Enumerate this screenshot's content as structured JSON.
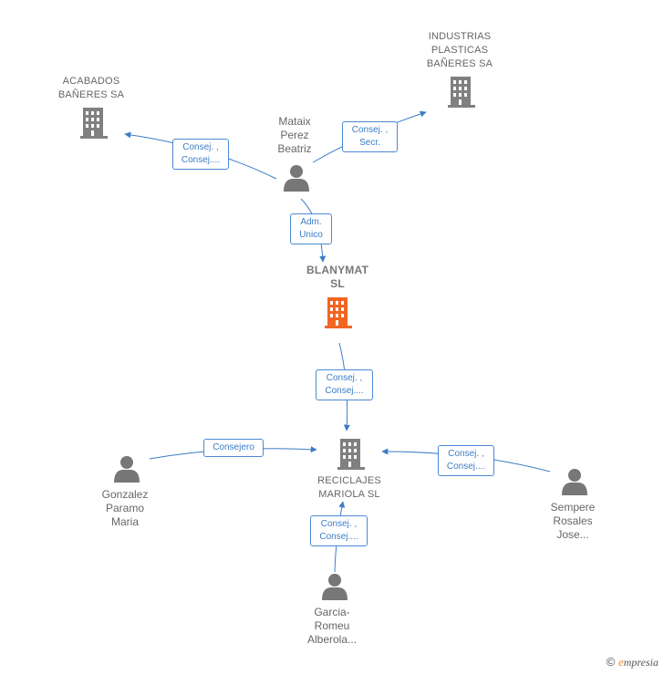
{
  "colors": {
    "edge": "#3b7cc7",
    "company_icon": "#808080",
    "main_company_icon": "#f26522",
    "person_icon": "#777777"
  },
  "nodes": {
    "blanymat": {
      "lines": [
        "BLANYMAT",
        "SL"
      ]
    },
    "acabados": {
      "lines": [
        "ACABADOS",
        "BAÑERES SA"
      ]
    },
    "industrias": {
      "lines": [
        "INDUSTRIAS",
        "PLASTICAS",
        "BAÑERES SA"
      ]
    },
    "reciclajes": {
      "lines": [
        "RECICLAJES",
        "MARIOLA SL"
      ]
    },
    "mataix": {
      "lines": [
        "Mataix",
        "Perez",
        "Beatriz"
      ]
    },
    "gonzalez": {
      "lines": [
        "Gonzalez",
        "Paramo",
        "Maria"
      ]
    },
    "sempere": {
      "lines": [
        "Sempere",
        "Rosales",
        "Jose..."
      ]
    },
    "garcia": {
      "lines": [
        "Garcia-",
        "Romeu",
        "Alberola..."
      ]
    }
  },
  "edges": {
    "mataix_acabados": {
      "lines": [
        "Consej. ,",
        "Consej...."
      ]
    },
    "mataix_industrias": {
      "lines": [
        "Consej. ,",
        "Secr."
      ]
    },
    "mataix_blanymat": {
      "lines": [
        "Adm.",
        "Unico"
      ]
    },
    "blanymat_reciclajes": {
      "lines": [
        "Consej. ,",
        "Consej...."
      ]
    },
    "gonzalez_reciclajes": {
      "lines": [
        "Consejero"
      ]
    },
    "sempere_reciclajes": {
      "lines": [
        "Consej. ,",
        "Consej...."
      ]
    },
    "garcia_reciclajes": {
      "lines": [
        "Consej. ,",
        "Consej...."
      ]
    }
  },
  "footer": {
    "symbol": "©",
    "brand_initial": "e",
    "brand_rest": "mpresia"
  }
}
